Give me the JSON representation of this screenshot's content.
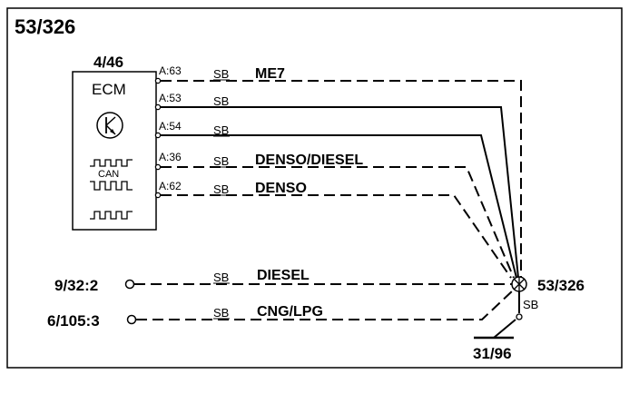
{
  "diagram": {
    "title": "53/326",
    "ecm": {
      "ref": "4/46",
      "name": "ECM",
      "can_label": "CAN"
    },
    "wires": [
      {
        "pin": "A:63",
        "color": "SB",
        "signal": "ME7",
        "style": "dashed"
      },
      {
        "pin": "A:53",
        "color": "SB",
        "signal": "",
        "style": "solid"
      },
      {
        "pin": "A:54",
        "color": "SB",
        "signal": "",
        "style": "solid"
      },
      {
        "pin": "A:36",
        "color": "SB",
        "signal": "DENSO/DIESEL",
        "style": "dashed"
      },
      {
        "pin": "A:62",
        "color": "SB",
        "signal": "DENSO",
        "style": "dashed"
      }
    ],
    "connectors": [
      {
        "ref": "9/32:2",
        "color": "SB",
        "signal": "DIESEL",
        "style": "dashed"
      },
      {
        "ref": "6/105:3",
        "color": "SB",
        "signal": "CNG/LPG",
        "style": "dashed"
      }
    ],
    "splice": {
      "ref": "53/326",
      "color": "SB"
    },
    "ground": {
      "ref": "31/96"
    }
  }
}
